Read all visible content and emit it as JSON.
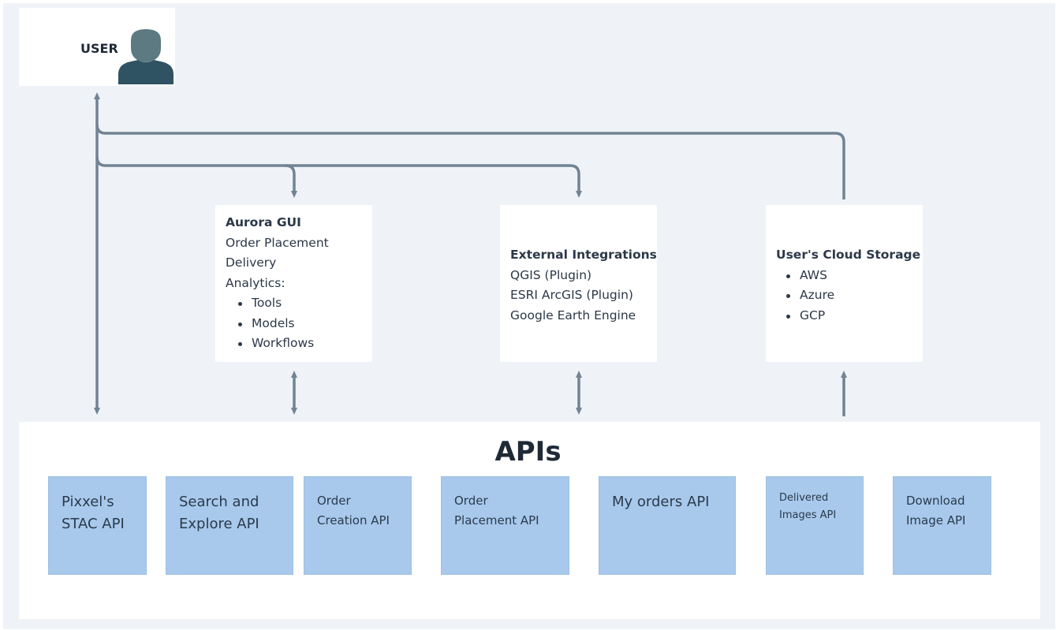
{
  "user": {
    "label": "USER",
    "icon": "user-avatar-icon"
  },
  "aurora": {
    "title": "Aurora GUI",
    "lines": [
      "Order Placement",
      "Delivery",
      "Analytics:"
    ],
    "items": [
      "Tools",
      "Models",
      "Workflows"
    ]
  },
  "external": {
    "title": "External Integrations",
    "lines": [
      "QGIS (Plugin)",
      "ESRI ArcGIS (Plugin)",
      "Google Earth Engine"
    ]
  },
  "cloud": {
    "title": "User's Cloud Storage",
    "items": [
      "AWS",
      "Azure",
      "GCP"
    ]
  },
  "apis": {
    "title": "APIs",
    "items": [
      {
        "line1": "Pixxel's",
        "line2": "STAC API"
      },
      {
        "line1": "Search and",
        "line2": "Explore API"
      },
      {
        "line1": "Order",
        "line2": "Creation API"
      },
      {
        "line1": "Order",
        "line2": "Placement API"
      },
      {
        "line1": "My orders API",
        "line2": ""
      },
      {
        "line1": "Delivered",
        "line2": "Images API"
      },
      {
        "line1": "Download",
        "line2": "Image API"
      }
    ]
  },
  "colors": {
    "background": "#eff3f7",
    "box": "#ffffff",
    "api_box": "#a8c9ec",
    "connector": "#718394",
    "avatar": "#5d7a83",
    "avatar_body": "#2f5363",
    "text": "#2b3848"
  }
}
